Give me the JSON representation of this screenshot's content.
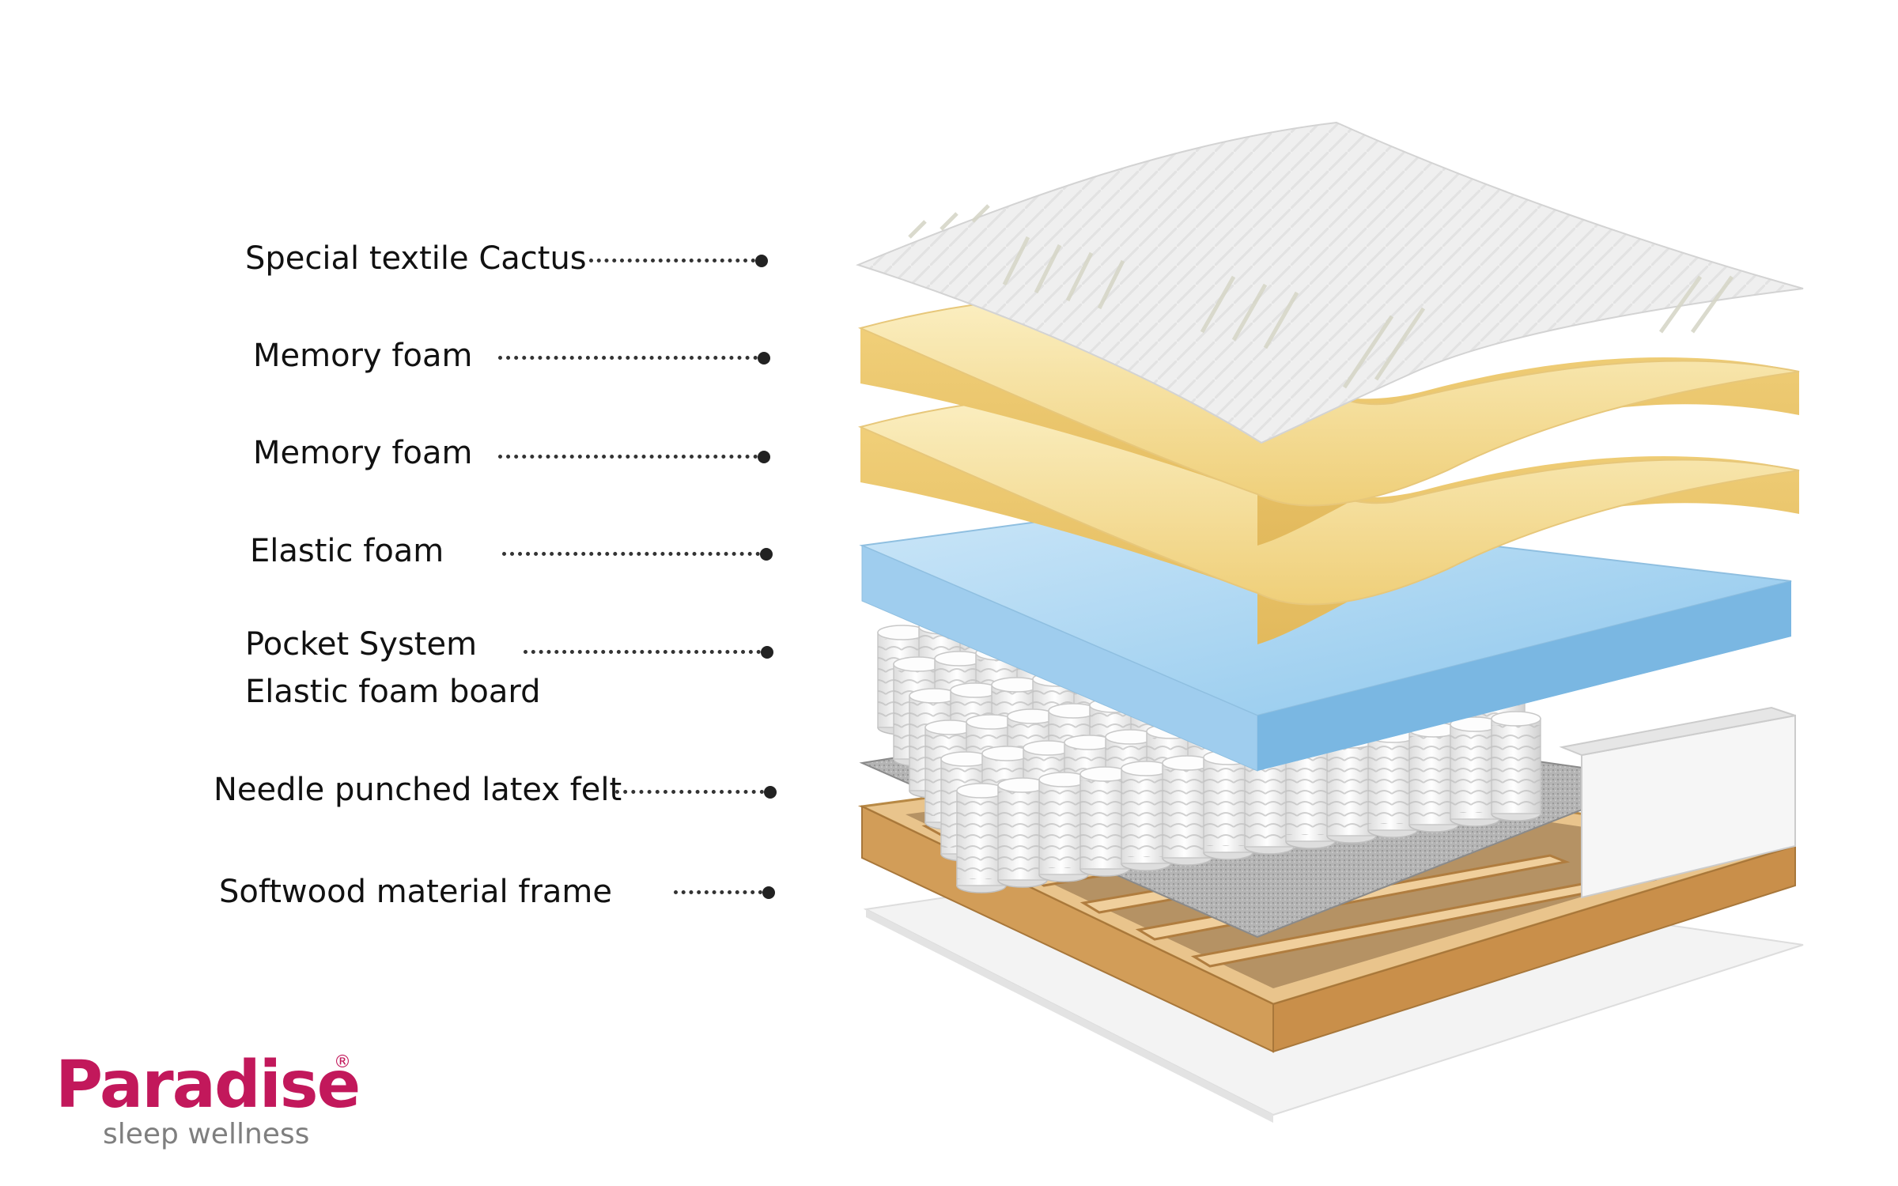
{
  "layers": [
    {
      "label": "Special textile Cactus"
    },
    {
      "label": "Memory foam"
    },
    {
      "label": "Memory foam"
    },
    {
      "label": "Elastic foam"
    },
    {
      "label": "Pocket System",
      "label2": "Elastic foam board"
    },
    {
      "label": "Needle punched latex felt"
    },
    {
      "label": "Softwood material frame"
    }
  ],
  "brand": {
    "name": "Paradise",
    "registered": "®",
    "tagline": "sleep wellness"
  },
  "colors": {
    "brand": "#c2185b",
    "textile": "#ececec",
    "memory_foam": "#f6df9a",
    "elastic_foam": "#a9d3ef",
    "springs": "#f7f7f7",
    "felt": "#a9a9a9",
    "wood": "#d8a865",
    "base_sheet": "#f2f2f2"
  }
}
